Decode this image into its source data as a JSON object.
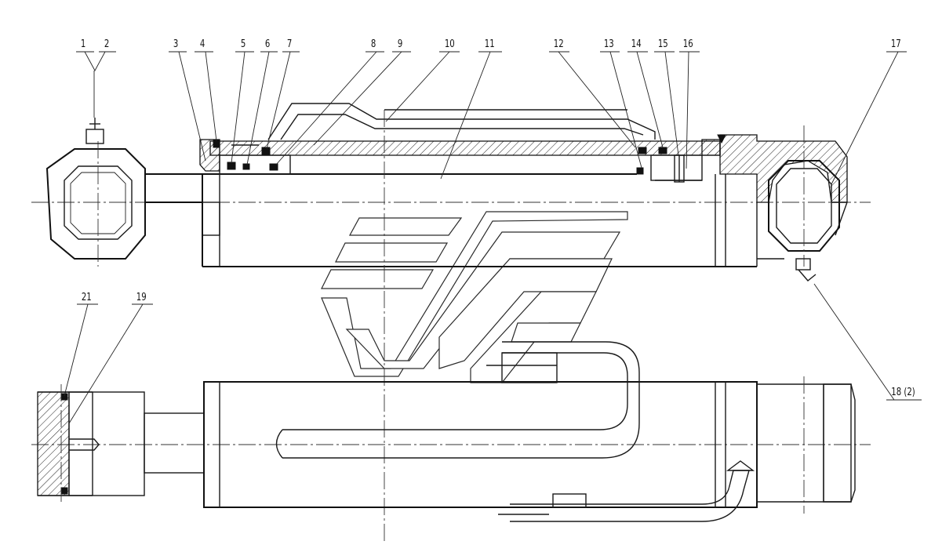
{
  "labels": {
    "l1": "1",
    "l2": "2",
    "l3": "3",
    "l4": "4",
    "l5": "5",
    "l6": "6",
    "l7": "7",
    "l8": "8",
    "l9": "9",
    "l10": "10",
    "l11": "11",
    "l12": "12",
    "l13": "13",
    "l14": "14",
    "l15": "15",
    "l16": "16",
    "l17": "17",
    "l18": "18 (2)",
    "l19": "19",
    "l21": "21"
  },
  "colors": {
    "line": "#1a1a1a",
    "background": "#ffffff"
  }
}
